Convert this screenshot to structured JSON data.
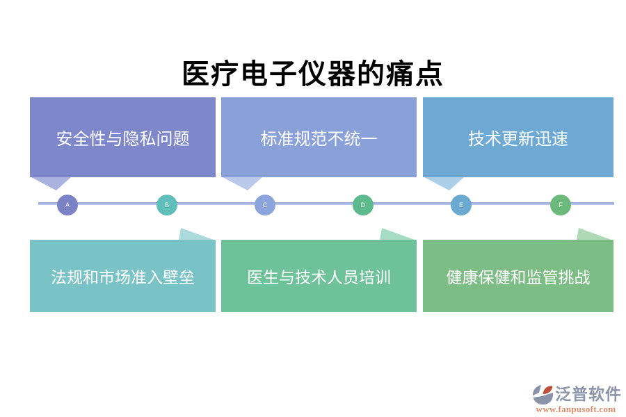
{
  "title": "医疗电子仪器的痛点",
  "pain_points": {
    "top": [
      {
        "label": "安全性与隐私问题",
        "color": "#7d87c9",
        "tail_color": "#aab3e0"
      },
      {
        "label": "标准规范不统一",
        "color": "#8aa0d8",
        "tail_color": "#bac8ea"
      },
      {
        "label": "技术更新迅速",
        "color": "#6ea9d3",
        "tail_color": "#accfe8"
      }
    ],
    "bottom": [
      {
        "label": "法规和市场准入壁垒",
        "color": "#79c2c5",
        "tail_color": "#aadadc"
      },
      {
        "label": "医生与技术人员培训",
        "color": "#6ec29a",
        "tail_color": "#a5dcc2"
      },
      {
        "label": "健康保健和监管挑战",
        "color": "#7cbc85",
        "tail_color": "#afd8b4"
      }
    ]
  },
  "timeline": {
    "line_color": "#a3b7e3",
    "nodes": [
      {
        "label": "A",
        "color": "#7c82c6"
      },
      {
        "label": "B",
        "color": "#5fbfbb"
      },
      {
        "label": "C",
        "color": "#8ba4dc"
      },
      {
        "label": "D",
        "color": "#5dba8c"
      },
      {
        "label": "E",
        "color": "#6aaad0"
      },
      {
        "label": "F",
        "color": "#6cb97c"
      }
    ]
  },
  "footer": {
    "brand": "泛普软件",
    "url": "www.fanpusoft.com",
    "brand_color": "#8b94a9",
    "url_color": "#e08d6d",
    "logo_gray": "#8a93a8",
    "logo_orange": "#c0503c"
  }
}
